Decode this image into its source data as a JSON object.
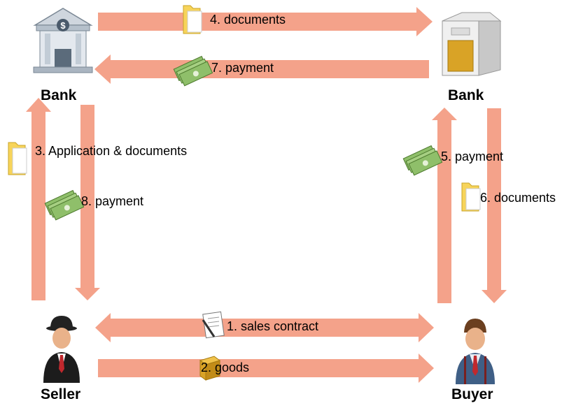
{
  "nodes": {
    "seller_bank": "Bank",
    "buyer_bank": "Bank",
    "seller": "Seller",
    "buyer": "Buyer"
  },
  "steps": {
    "s1": "1. sales contract",
    "s2": "2. goods",
    "s3": "3. Application & documents",
    "s4": "4. documents",
    "s5": "5. payment",
    "s6": "6. documents",
    "s7": "7. payment",
    "s8": "8. payment"
  },
  "colors": {
    "arrow": "#F4A28A",
    "folder": "#F7D45A",
    "money": "#8FBF6A",
    "box": "#D9A326"
  }
}
